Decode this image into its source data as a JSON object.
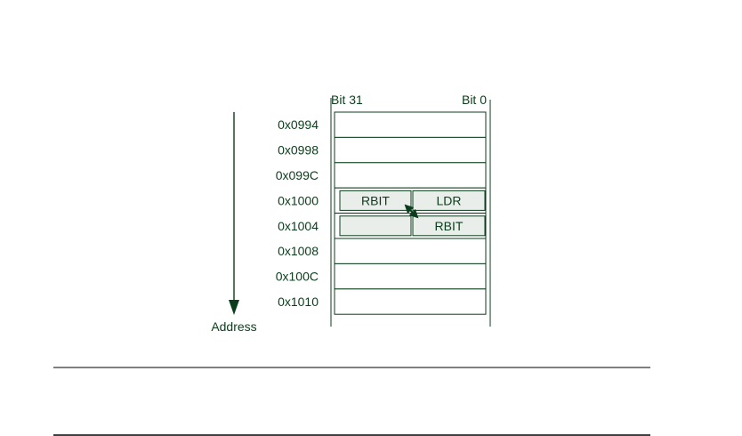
{
  "header": {
    "bit_high_label": "Bit 31",
    "bit_low_label": "Bit 0"
  },
  "axis": {
    "label": "Address"
  },
  "rows": [
    {
      "address": "0x0994"
    },
    {
      "address": "0x0998"
    },
    {
      "address": "0x099C"
    },
    {
      "address": "0x1000",
      "high_half": "RBIT",
      "low_half": "LDR"
    },
    {
      "address": "0x1004",
      "high_half": "",
      "low_half": "RBIT"
    },
    {
      "address": "0x1008"
    },
    {
      "address": "0x100C"
    },
    {
      "address": "0x1010"
    }
  ],
  "colors": {
    "ink": "#0b3d1c",
    "half_fill": "#eaeeea",
    "rule": "#000000"
  },
  "icons": {
    "swap_arrow": "double-headed-diagonal-arrow-icon",
    "address_arrow": "arrow-down-icon"
  }
}
